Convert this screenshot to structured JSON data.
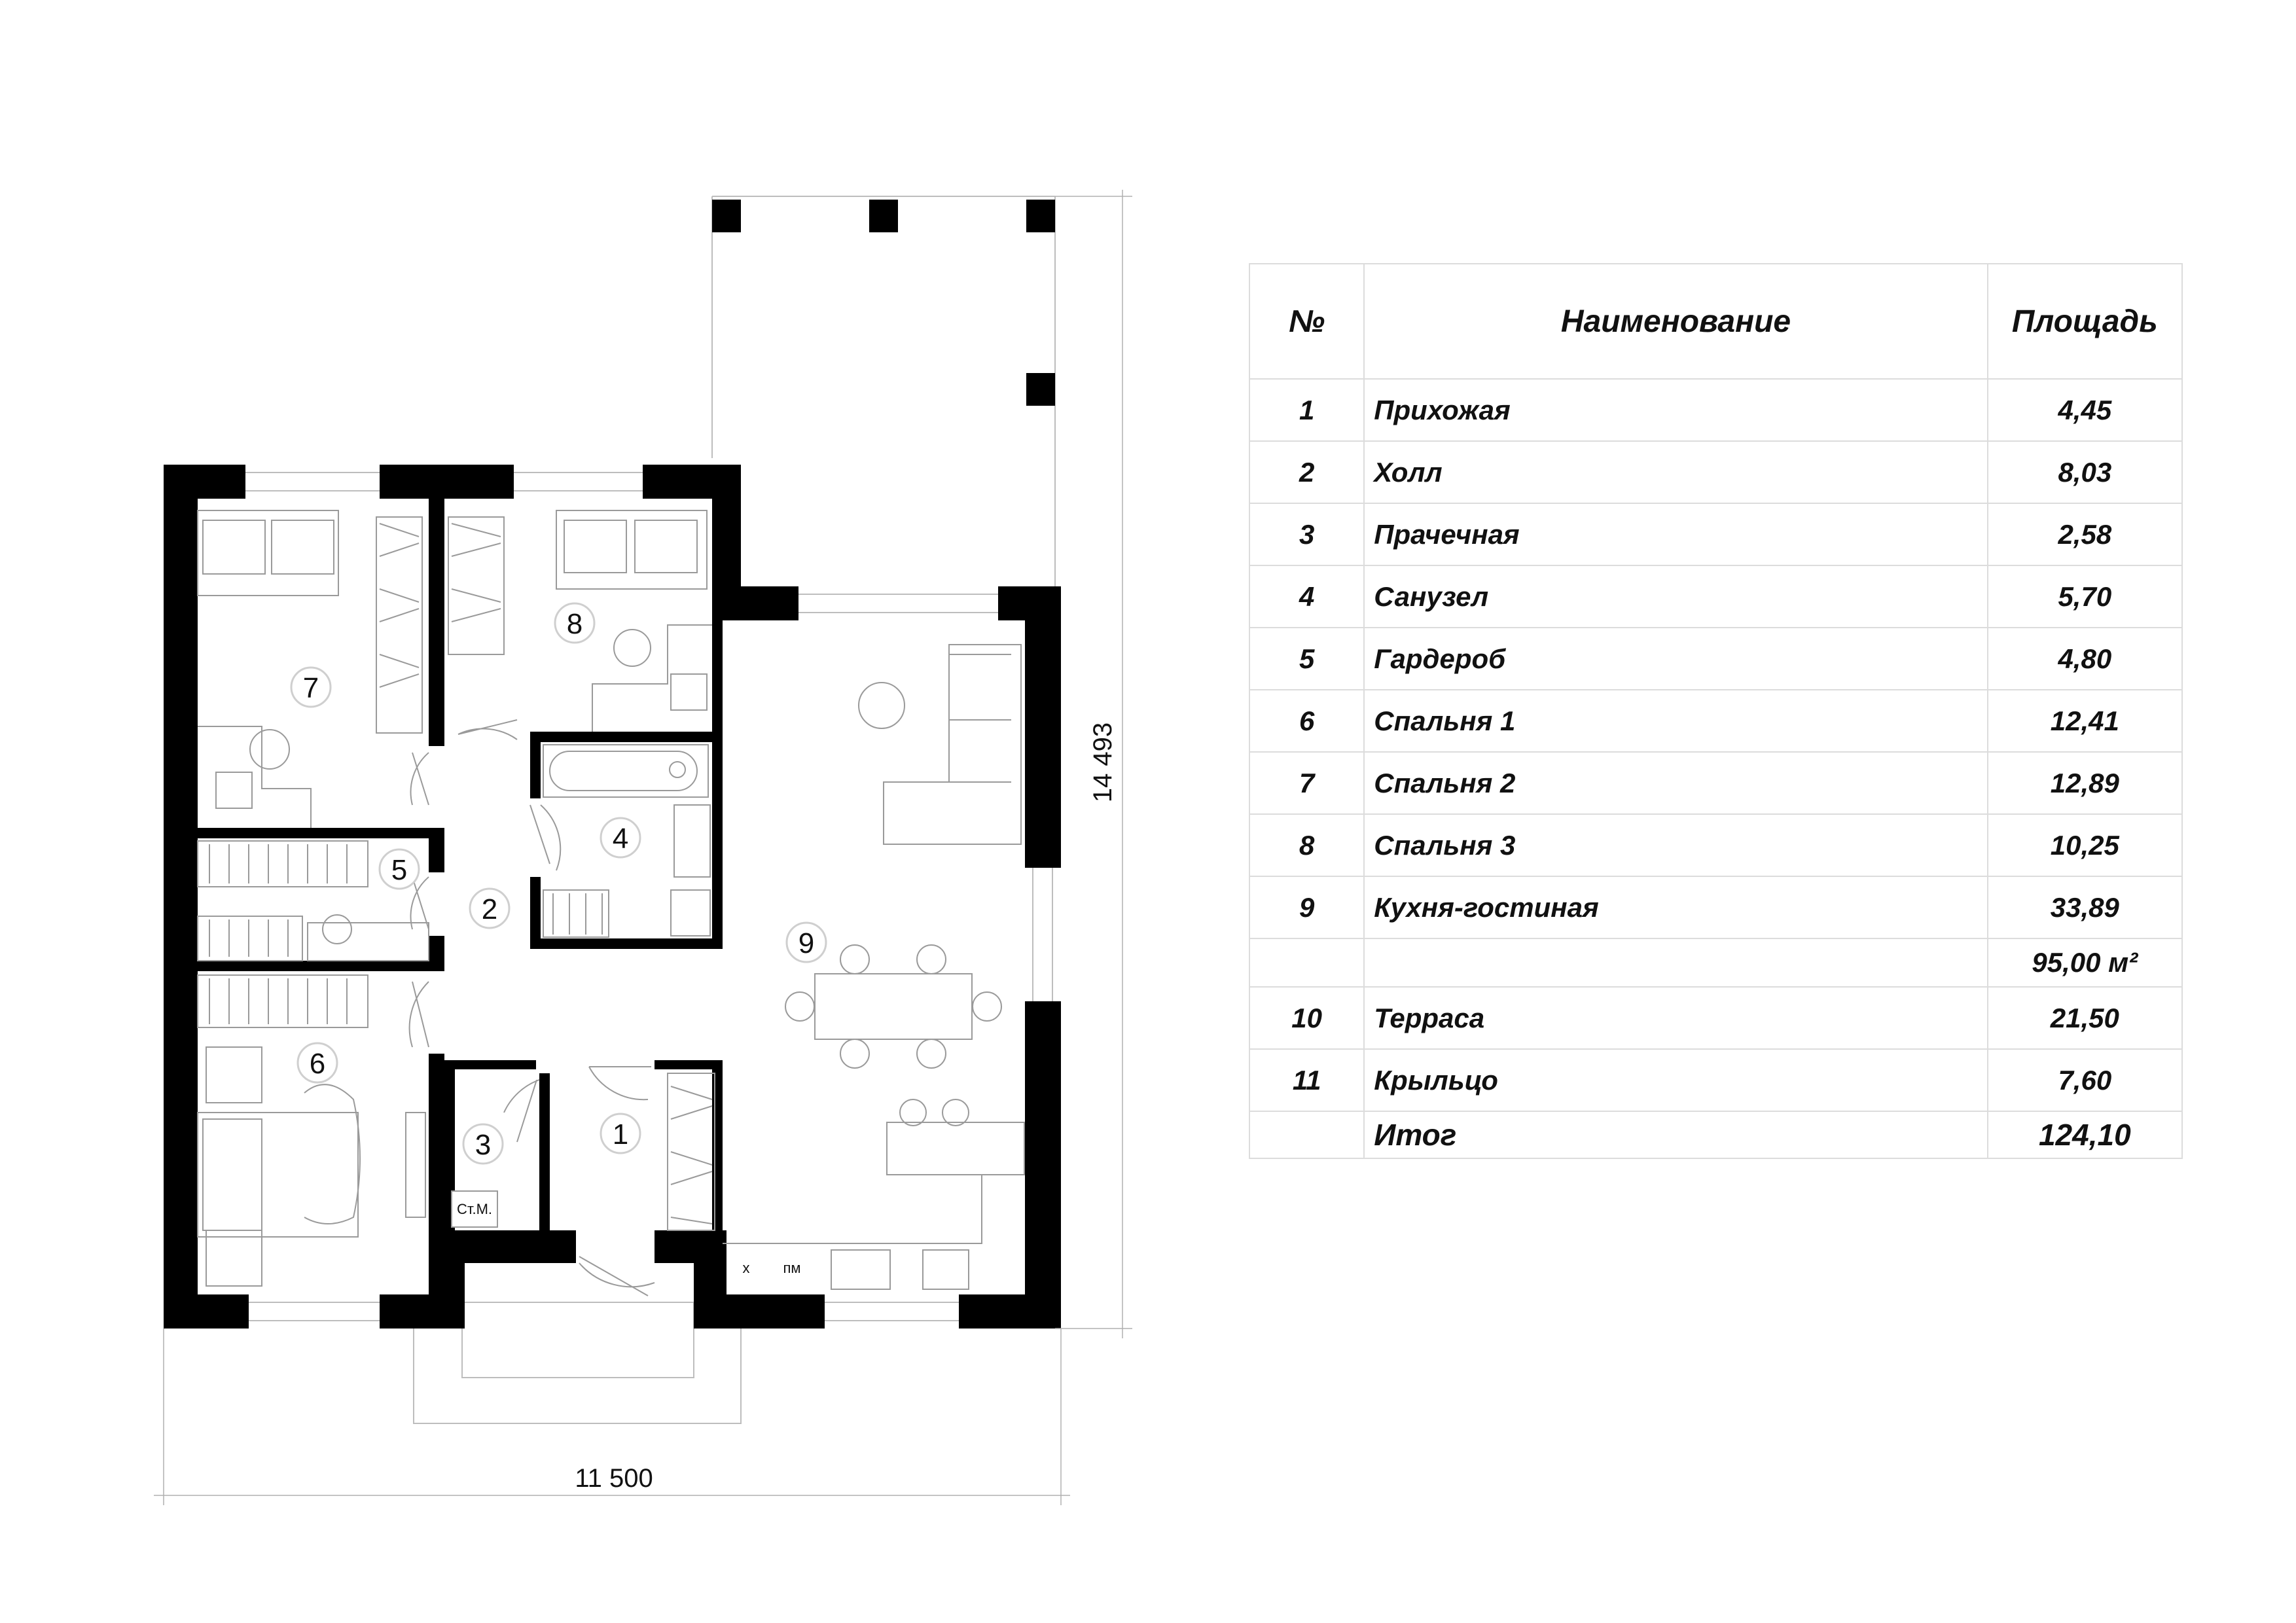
{
  "dimensions": {
    "width": "11 500",
    "height": "14 493"
  },
  "rooms": [
    {
      "num": "1",
      "name": "Прихожая",
      "area": "4,45"
    },
    {
      "num": "2",
      "name": "Холл",
      "area": "8,03"
    },
    {
      "num": "3",
      "name": "Прачечная",
      "area": "2,58"
    },
    {
      "num": "4",
      "name": "Санузел",
      "area": "5,70"
    },
    {
      "num": "5",
      "name": "Гардероб",
      "area": "4,80"
    },
    {
      "num": "6",
      "name": "Спальня 1",
      "area": "12,41"
    },
    {
      "num": "7",
      "name": "Спальня 2",
      "area": "12,89"
    },
    {
      "num": "8",
      "name": "Спальня 3",
      "area": "10,25"
    },
    {
      "num": "9",
      "name": "Кухня-гостиная",
      "area": "33,89"
    }
  ],
  "subtotal": "95,00 м²",
  "extra_rooms": [
    {
      "num": "10",
      "name": "Терраса",
      "area": "21,50"
    },
    {
      "num": "11",
      "name": "Крыльцо",
      "area": "7,60"
    }
  ],
  "table": {
    "header_num": "№",
    "header_name": "Наименование",
    "header_area": "Площадь",
    "total_label": "Итог",
    "total_value": "124,10"
  },
  "appliance_labels": {
    "washing_machine": "Ст.М.",
    "fridge": "х",
    "dishwasher": "пм"
  },
  "colors": {
    "wall": "#000000",
    "line": "#bdbdbd",
    "furniture": "#9a9a9a"
  }
}
